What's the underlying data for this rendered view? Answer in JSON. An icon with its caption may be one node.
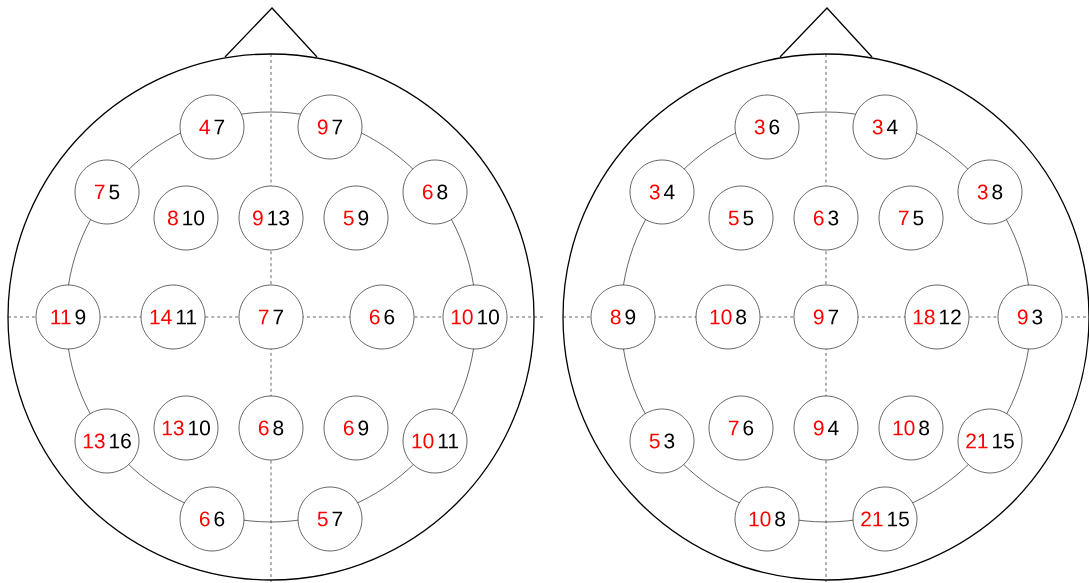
{
  "diagram": {
    "nodes": [
      {
        "text": [],
        "shape": "circle"
      },
      {
        "text": [
          "4",
          "7"
        ],
        "in": 0
      },
      {
        "text": [
          "9",
          "7"
        ],
        "in": 0
      },
      {
        "text": [
          "7",
          "5"
        ],
        "in": 0
      },
      {
        "text": [
          "8",
          "10"
        ],
        "in": 0
      },
      {
        "text": [
          "9",
          "13"
        ],
        "in": 0
      },
      {
        "text": [
          "5",
          "9"
        ],
        "in": 0
      },
      {
        "text": [
          "6",
          "8"
        ],
        "in": 0
      },
      {
        "text": [
          "11",
          "9"
        ],
        "in": 0
      },
      {
        "text": [
          "14",
          "11"
        ],
        "in": 0
      },
      {
        "text": [
          "7",
          "7"
        ],
        "in": 0
      },
      {
        "text": [
          "6",
          "6"
        ],
        "in": 0
      },
      {
        "text": [
          "10",
          "10"
        ],
        "in": 0
      },
      {
        "text": [
          "13",
          "16"
        ],
        "in": 0
      },
      {
        "text": [
          "13",
          "10"
        ],
        "in": 0
      },
      {
        "text": [
          "6",
          "8"
        ],
        "in": 0
      },
      {
        "text": [
          "6",
          "9"
        ],
        "in": 0
      },
      {
        "text": [
          "10",
          "11"
        ],
        "in": 0
      },
      {
        "text": [
          "6",
          "6"
        ],
        "in": 0
      },
      {
        "text": [
          "5",
          "7"
        ],
        "in": 0
      },
      {
        "text": [],
        "shape": "circle"
      },
      {
        "text": [
          "3",
          "6"
        ],
        "in": 20
      },
      {
        "text": [
          "3",
          "4"
        ],
        "in": 20
      },
      {
        "text": [
          "3",
          "4"
        ],
        "in": 20
      },
      {
        "text": [
          "5",
          "5"
        ],
        "in": 20
      },
      {
        "text": [
          "6",
          "3"
        ],
        "in": 20
      },
      {
        "text": [
          "7",
          "5"
        ],
        "in": 20
      },
      {
        "text": [
          "3",
          "8"
        ],
        "in": 20
      },
      {
        "text": [
          "8",
          "9"
        ],
        "in": 20
      },
      {
        "text": [
          "10",
          "8"
        ],
        "in": 20
      },
      {
        "text": [
          "9",
          "7"
        ],
        "in": 20
      },
      {
        "text": [
          "18",
          "12"
        ],
        "in": 20
      },
      {
        "text": [
          "9",
          "3"
        ],
        "in": 20
      },
      {
        "text": [
          "5",
          "3"
        ],
        "in": 20
      },
      {
        "text": [
          "7",
          "6"
        ],
        "in": 20
      },
      {
        "text": [
          "9",
          "4"
        ],
        "in": 20
      },
      {
        "text": [
          "10",
          "8"
        ],
        "in": 20
      },
      {
        "text": [
          "21",
          "15"
        ],
        "in": 20
      },
      {
        "text": [
          "10",
          "8"
        ],
        "in": 20
      },
      {
        "text": [
          "21",
          "15"
        ],
        "in": 20
      }
    ]
  }
}
